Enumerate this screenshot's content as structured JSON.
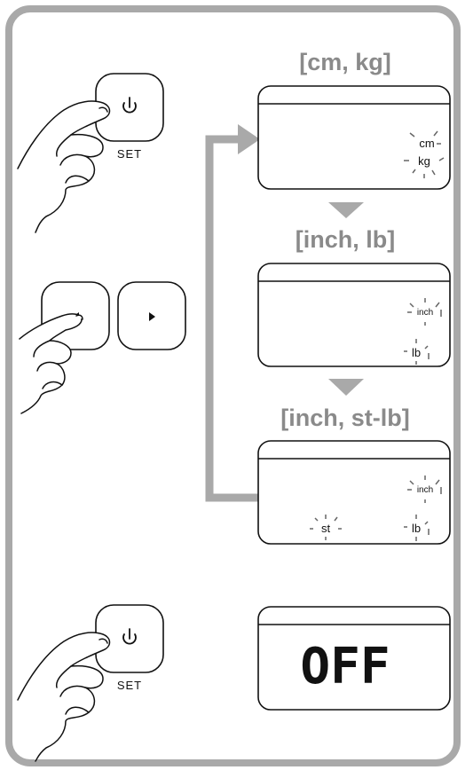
{
  "headings": {
    "mode1": "[cm, kg]",
    "mode2": "[inch, lb]",
    "mode3": "[inch, st-lb]"
  },
  "display1": {
    "unit_top": "cm",
    "unit_bottom": "kg"
  },
  "display2": {
    "unit_top": "inch",
    "unit_bottom": "lb"
  },
  "display3": {
    "unit_top": "inch",
    "unit_left": "st",
    "unit_right": "lb"
  },
  "display_off": {
    "text": "OFF"
  },
  "buttons": {
    "set_label_top": "SET",
    "set_label_bottom": "SET",
    "power_icon": "power-icon",
    "left_icon": "triangle-left-icon",
    "right_icon": "triangle-right-icon"
  },
  "colors": {
    "frame": "#a9a9a9",
    "arrow": "#a9a9a9",
    "heading": "#8a8a8a",
    "line": "#111111"
  }
}
